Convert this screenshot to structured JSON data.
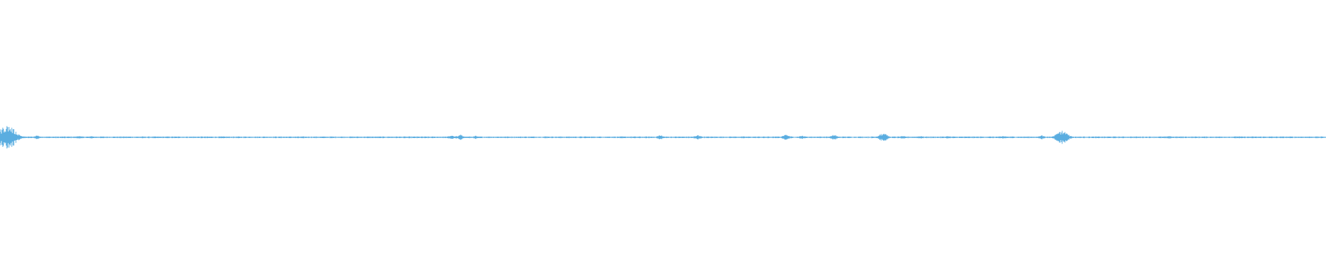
{
  "waveform": {
    "color": "#5aade0",
    "background": "#ffffff",
    "bursts": [
      {
        "t": 0.0055,
        "amp": 0.09
      },
      {
        "t": 0.028,
        "amp": 0.015
      },
      {
        "t": 0.059,
        "amp": 0.01
      },
      {
        "t": 0.069,
        "amp": 0.008
      },
      {
        "t": 0.34,
        "amp": 0.014
      },
      {
        "t": 0.347,
        "amp": 0.02
      },
      {
        "t": 0.359,
        "amp": 0.012
      },
      {
        "t": 0.412,
        "amp": 0.008
      },
      {
        "t": 0.498,
        "amp": 0.016
      },
      {
        "t": 0.526,
        "amp": 0.018
      },
      {
        "t": 0.593,
        "amp": 0.02
      },
      {
        "t": 0.605,
        "amp": 0.012
      },
      {
        "t": 0.629,
        "amp": 0.018
      },
      {
        "t": 0.666,
        "amp": 0.03
      },
      {
        "t": 0.681,
        "amp": 0.01
      },
      {
        "t": 0.694,
        "amp": 0.012
      },
      {
        "t": 0.715,
        "amp": 0.01
      },
      {
        "t": 0.757,
        "amp": 0.01
      },
      {
        "t": 0.786,
        "amp": 0.014
      },
      {
        "t": 0.801,
        "amp": 0.05
      },
      {
        "t": 0.882,
        "amp": 0.01
      },
      {
        "t": 0.933,
        "amp": 0.008
      }
    ]
  }
}
